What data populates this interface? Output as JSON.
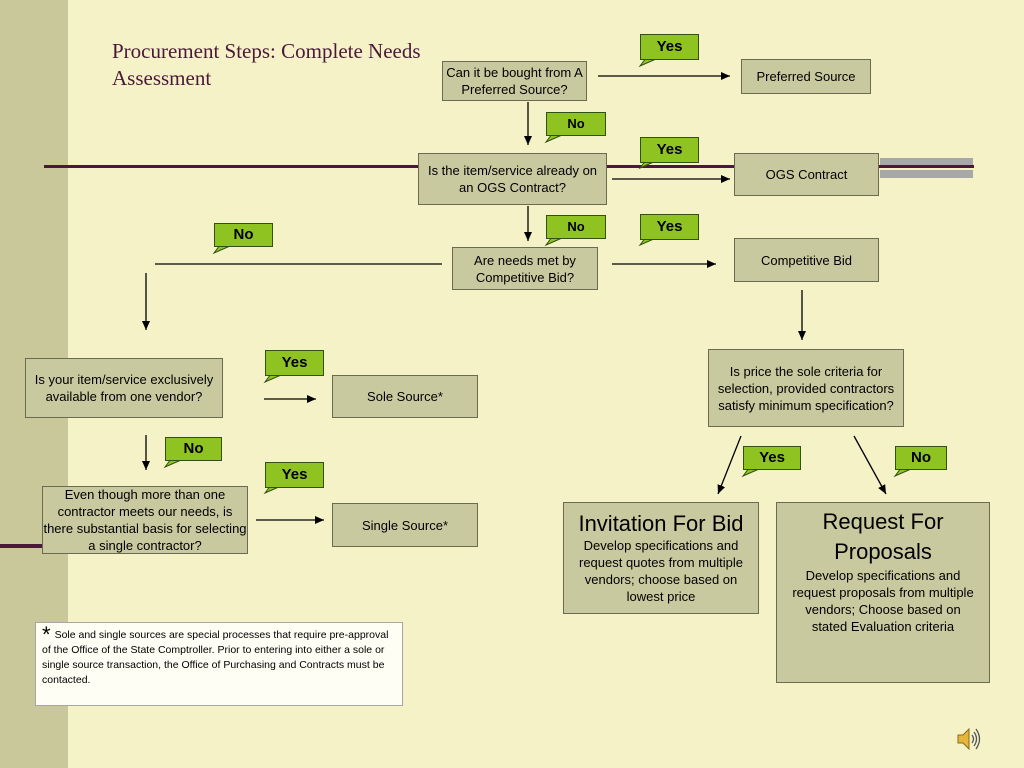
{
  "title": "Procurement Steps: Complete Needs Assessment",
  "colors": {
    "background": "#f6f2c8",
    "box": "#c9c9a0",
    "label": "#8fc322",
    "title": "#4a1838"
  },
  "nodes": {
    "q1": "Can it be bought from A Preferred Source?",
    "preferred": "Preferred Source",
    "q2": "Is the item/service already on an OGS Contract?",
    "ogs": "OGS Contract",
    "q3": "Are needs met by Competitive Bid?",
    "competitive": "Competitive Bid",
    "q4": "Is your item/service exclusively available from one vendor?",
    "sole": "Sole Source*",
    "q5": "Even though more than one contractor meets our needs, is there substantial basis for selecting a single contractor?",
    "single": "Single Source*",
    "q6": "Is price the sole criteria for selection, provided contractors satisfy minimum specification?",
    "ifb_title": "Invitation For Bid",
    "ifb_body": "Develop specifications and request quotes from multiple vendors; choose based on lowest price",
    "rfp_title": "Request For Proposals",
    "rfp_body": "Develop specifications and request proposals from multiple vendors; Choose based on stated Evaluation criteria"
  },
  "labels": {
    "yes": "Yes",
    "no": "No"
  },
  "footnote": {
    "star": "*",
    "text": "Sole and single sources are special processes that require pre-approval of the Office of the State Comptroller.  Prior to entering into either a sole or single source transaction, the Office of Purchasing and Contracts must be contacted."
  },
  "icons": {
    "audio": "speaker-icon"
  }
}
